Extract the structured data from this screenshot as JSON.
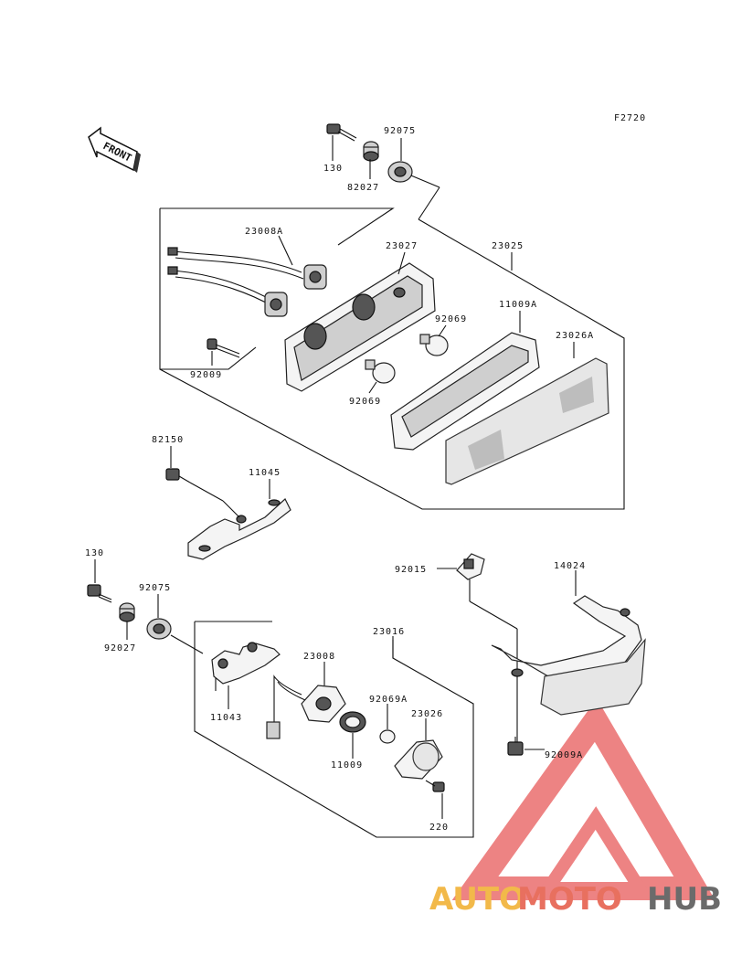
{
  "diagram_code": "F2720",
  "front_label": "FRONT",
  "labels": {
    "p130_top": "130",
    "p82027_top": "82027",
    "p92075_top": "92075",
    "p23008a": "23008A",
    "p23027": "23027",
    "p23025": "23025",
    "p11009a": "11009A",
    "p23026a": "23026A",
    "p92069_upper": "92069",
    "p92069_lower": "92069",
    "p92009": "92009",
    "p82150": "82150",
    "p11045": "11045",
    "p130_mid": "130",
    "p92075_mid": "92075",
    "p92027_mid": "92027",
    "p23016": "23016",
    "p23008": "23008",
    "p11043": "11043",
    "p92069a": "92069A",
    "p23026": "23026",
    "p11009": "11009",
    "p220": "220",
    "p92015": "92015",
    "p14024": "14024",
    "p92009a": "92009A"
  },
  "watermark": {
    "part1": "AUTO",
    "part2": "MOTO",
    "part3": "HUB",
    "colors": {
      "auto": "#f2b94a",
      "moto": "#e8705f",
      "hub": "#6b6b6b",
      "triangle": "#e85a5a"
    }
  }
}
